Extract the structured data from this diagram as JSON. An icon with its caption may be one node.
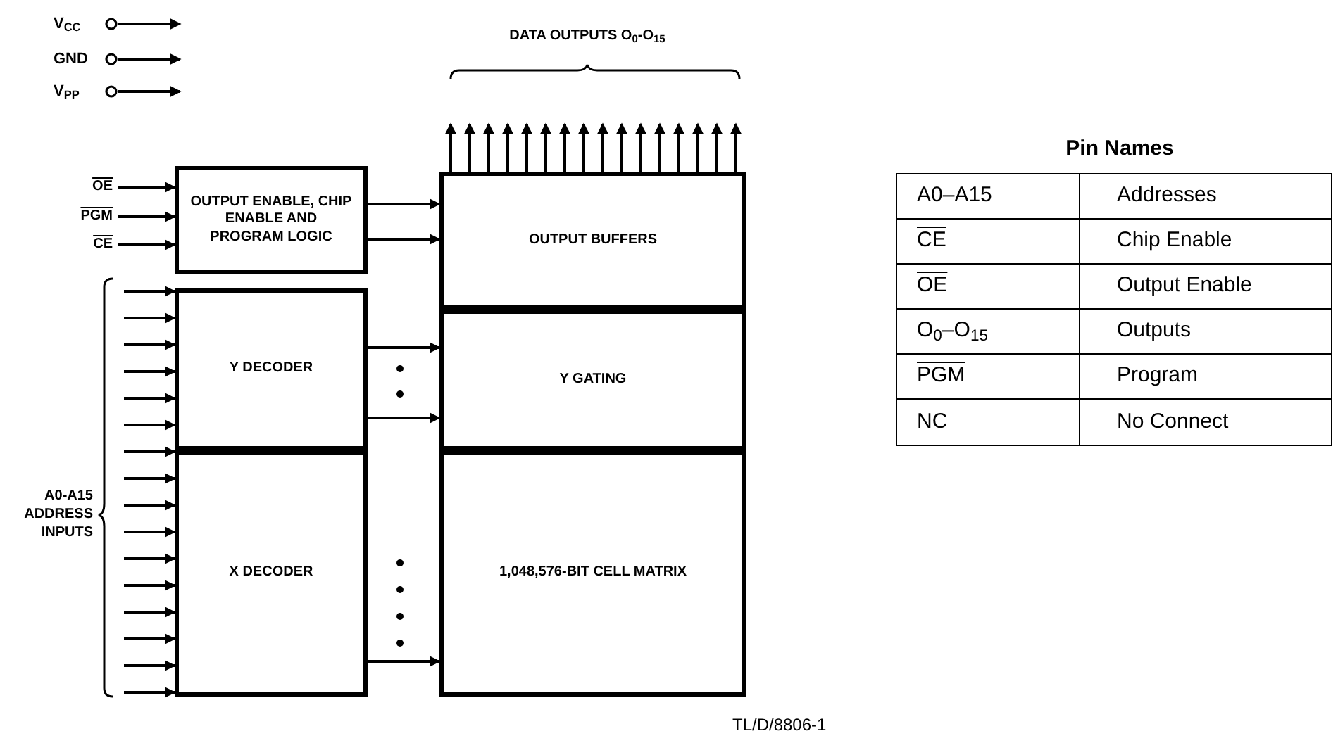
{
  "diagram": {
    "nodes": [
      {
        "text": [
          "V$_{CC}$"
        ]
      },
      {
        "text": [
          "GND"
        ]
      },
      {
        "text": [
          "V$_{PP}$"
        ]
      },
      {
        "text": [
          "OE"
        ]
      },
      {
        "text": [
          "PGM"
        ]
      },
      {
        "text": [
          "CE"
        ]
      },
      {
        "text": [
          "OUTPUT ENABLE, CHIP ENABLE AND PROGRAM LOGIC"
        ]
      },
      {
        "text": [
          "OUTPUT BUFFERS"
        ]
      },
      {
        "text": [
          "Y DECODER"
        ]
      },
      {
        "text": [
          "Y GATING"
        ]
      },
      {
        "text": [
          "X DECODER"
        ]
      },
      {
        "text": [
          "1,048,576-BIT CELL MATRIX"
        ]
      }
    ],
    "edges": [
      {
        "from": 0,
        "to": null,
        "arrow": "to"
      },
      {
        "from": 1,
        "to": null,
        "arrow": "to"
      },
      {
        "from": 2,
        "to": null,
        "arrow": "to"
      },
      {
        "from": 3,
        "to": 6,
        "arrow": "to"
      },
      {
        "from": 4,
        "to": 6,
        "arrow": "to"
      },
      {
        "from": 5,
        "to": 6,
        "arrow": "to"
      },
      {
        "from": 6,
        "to": 7,
        "arrow": "to"
      },
      {
        "from": 6,
        "to": 7,
        "arrow": "to"
      },
      {
        "from": 8,
        "to": 9,
        "arrow": "to"
      },
      {
        "from": 8,
        "to": 9,
        "arrow": "to"
      },
      {
        "from": 10,
        "to": 11,
        "arrow": "to"
      },
      {
        "from": null,
        "to": 8,
        "arrow": "to"
      },
      {
        "from": null,
        "to": 8,
        "arrow": "to"
      },
      {
        "from": null,
        "to": 8,
        "arrow": "to"
      },
      {
        "from": null,
        "to": 8,
        "arrow": "to"
      },
      {
        "from": null,
        "to": 8,
        "arrow": "to"
      },
      {
        "from": null,
        "to": 8,
        "arrow": "to"
      },
      {
        "from": null,
        "to": 10,
        "arrow": "to"
      },
      {
        "from": null,
        "to": 10,
        "arrow": "to"
      },
      {
        "from": null,
        "to": 10,
        "arrow": "to"
      },
      {
        "from": null,
        "to": 10,
        "arrow": "to"
      },
      {
        "from": null,
        "to": 10,
        "arrow": "to"
      },
      {
        "from": null,
        "to": 10,
        "arrow": "to"
      },
      {
        "from": null,
        "to": 10,
        "arrow": "to"
      },
      {
        "from": null,
        "to": 10,
        "arrow": "to"
      },
      {
        "from": null,
        "to": 10,
        "arrow": "to"
      },
      {
        "from": null,
        "to": 10,
        "arrow": "to"
      },
      {
        "from": 7,
        "to": null,
        "arrow": "to"
      },
      {
        "from": 7,
        "to": null,
        "arrow": "to"
      },
      {
        "from": 7,
        "to": null,
        "arrow": "to"
      },
      {
        "from": 7,
        "to": null,
        "arrow": "to"
      },
      {
        "from": 7,
        "to": null,
        "arrow": "to"
      },
      {
        "from": 7,
        "to": null,
        "arrow": "to"
      },
      {
        "from": 7,
        "to": null,
        "arrow": "to"
      },
      {
        "from": 7,
        "to": null,
        "arrow": "to"
      },
      {
        "from": 7,
        "to": null,
        "arrow": "to"
      },
      {
        "from": 7,
        "to": null,
        "arrow": "to"
      },
      {
        "from": 7,
        "to": null,
        "arrow": "to"
      },
      {
        "from": 7,
        "to": null,
        "arrow": "to"
      },
      {
        "from": 7,
        "to": null,
        "arrow": "to"
      },
      {
        "from": 7,
        "to": null,
        "arrow": "to"
      },
      {
        "from": 7,
        "to": null,
        "arrow": "to"
      },
      {
        "from": 7,
        "to": null,
        "arrow": "to"
      }
    ],
    "labels": [
      "DATA OUTPUTS O$_{0}$-O$_{15}$",
      "A0-A15 ADDRESS INPUTS",
      "Pin Names",
      "A0–A15",
      "Addresses",
      "CE",
      "Chip Enable",
      "OE",
      "Output Enable",
      "O$_{0}$–O$_{15}$",
      "Outputs",
      "PGM",
      "Program",
      "NC",
      "No Connect",
      "TL/D/8806-1"
    ]
  }
}
